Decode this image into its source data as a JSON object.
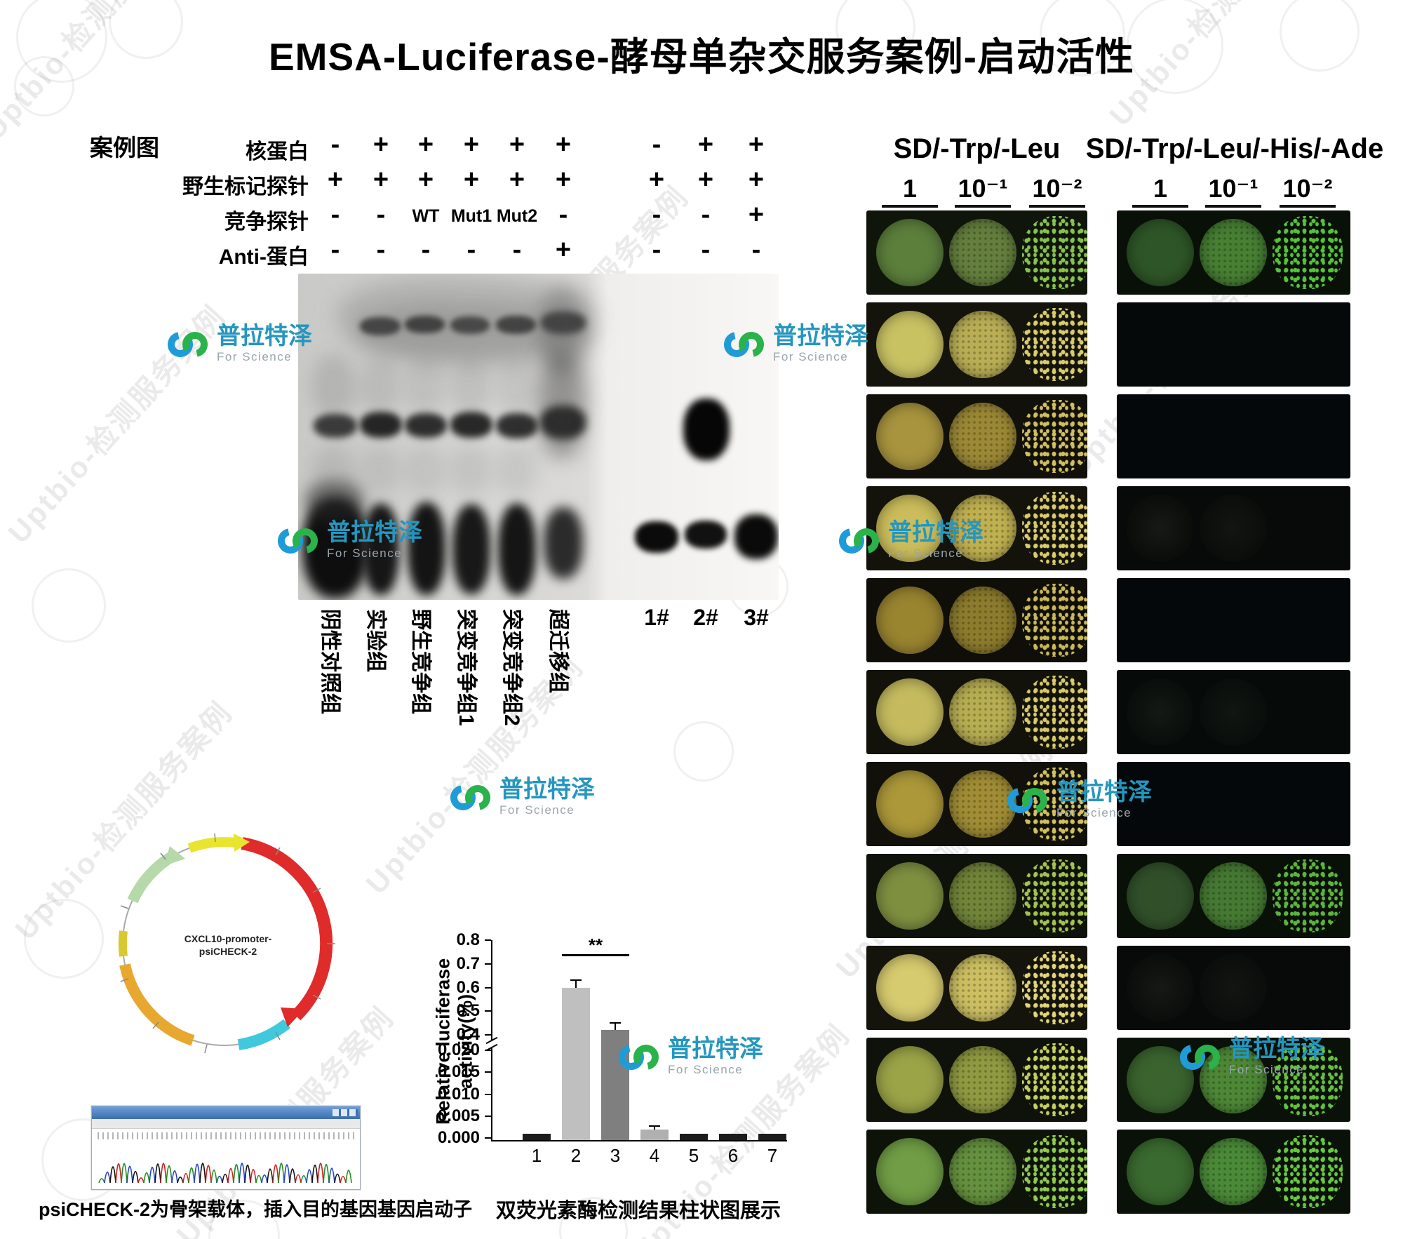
{
  "title": "EMSA-Luciferase-酵母单杂交服务案例-启动活性",
  "case_label": "案例图",
  "emsa": {
    "conditions": [
      {
        "label": "核蛋白",
        "values": [
          "-",
          "+",
          "+",
          "+",
          "+",
          "+",
          "-",
          "+",
          "+"
        ]
      },
      {
        "label": "野生标记探针",
        "values": [
          "+",
          "+",
          "+",
          "+",
          "+",
          "+",
          "+",
          "+",
          "+"
        ]
      },
      {
        "label": "竞争探针",
        "values": [
          "-",
          "-",
          "WT",
          "Mut1",
          "Mut2",
          "-",
          "-",
          "-",
          "+"
        ]
      },
      {
        "label": "Anti-蛋白",
        "values": [
          "-",
          "-",
          "-",
          "-",
          "-",
          "+",
          "-",
          "-",
          "-"
        ]
      }
    ],
    "lane_labels": [
      "阴性对照组",
      "实验组",
      "野生竞争组",
      "突变竞争组1",
      "突变竞争组2",
      "超迁移组"
    ],
    "sample_labels": [
      "1#",
      "2#",
      "3#"
    ]
  },
  "yeast": {
    "headers": [
      "SD/-Trp/-Leu",
      "SD/-Trp/-Leu/-His/-Ade"
    ],
    "dilutions": [
      "1",
      "10⁻¹",
      "10⁻²"
    ],
    "rows": [
      {
        "left_spots": [
          "#5c7f3c",
          "#647f3e",
          "#86c24e"
        ],
        "left_bg": "#10150c",
        "right_spots": [
          "#2e5527",
          "#477f33",
          "#55c23a"
        ],
        "right_bg": "#081008",
        "right_growth": "growth"
      },
      {
        "left_spots": [
          "#c9c263",
          "#b9ae55",
          "#d8cc6b"
        ],
        "left_bg": "#14140c",
        "right_spots": [],
        "right_bg": "#06090a",
        "right_growth": "none"
      },
      {
        "left_spots": [
          "#a8943e",
          "#9c8936",
          "#cfbf5f"
        ],
        "left_bg": "#12100a",
        "right_spots": [],
        "right_bg": "#05080a",
        "right_growth": "none"
      },
      {
        "left_spots": [
          "#cbbd5b",
          "#bfb051",
          "#d9cb69"
        ],
        "left_bg": "#13130b",
        "right_spots": [],
        "right_bg": "#070a08",
        "right_growth": "faint"
      },
      {
        "left_spots": [
          "#998430",
          "#8d7c2d",
          "#c9b956"
        ],
        "left_bg": "#100e09",
        "right_spots": [],
        "right_bg": "#05080a",
        "right_growth": "none"
      },
      {
        "left_spots": [
          "#c5bb5e",
          "#b7ad52",
          "#d6c967"
        ],
        "left_bg": "#12120b",
        "right_spots": [],
        "right_bg": "#060a09",
        "right_growth": "faint"
      },
      {
        "left_spots": [
          "#ac9839",
          "#a08d35",
          "#d0c15f"
        ],
        "left_bg": "#11100a",
        "right_spots": [],
        "right_bg": "#05080a",
        "right_growth": "none"
      },
      {
        "left_spots": [
          "#7e9040",
          "#728539",
          "#a3c24e"
        ],
        "left_bg": "#0e120a",
        "right_spots": [
          "#31502a",
          "#467a33",
          "#5cb43c"
        ],
        "right_bg": "#081007",
        "right_growth": "growth"
      },
      {
        "left_spots": [
          "#d7cb6f",
          "#ccbf62",
          "#e1d578"
        ],
        "left_bg": "#14140c",
        "right_spots": [],
        "right_bg": "#070a09",
        "right_growth": "faint"
      },
      {
        "left_spots": [
          "#9ba447",
          "#909a41",
          "#c4d05a"
        ],
        "left_bg": "#0f120a",
        "right_spots": [
          "#3a632e",
          "#4e8837",
          "#64c03e"
        ],
        "right_bg": "#091108",
        "right_growth": "growth"
      },
      {
        "left_spots": [
          "#709d45",
          "#66923f",
          "#8fc94f"
        ],
        "left_bg": "#0d1309",
        "right_spots": [
          "#3a6a2f",
          "#4b8b38",
          "#67c741"
        ],
        "right_bg": "#091108",
        "right_growth": "growth"
      }
    ]
  },
  "plasmid": {
    "center_label": "CXCL10-promoter-psiCHECK-2",
    "caption": "psiCHECK-2为骨架载体，插入目的基因基因启动子"
  },
  "chart_data": {
    "type": "bar",
    "categories": [
      "1",
      "2",
      "3",
      "4",
      "5",
      "6",
      "7"
    ],
    "values": [
      0.001,
      0.6,
      0.42,
      0.002,
      0.001,
      0.001,
      0.001
    ],
    "errors": [
      0,
      0.03,
      0.03,
      0.0008,
      0,
      0,
      0
    ],
    "bar_colors": [
      "#1c1c1c",
      "#bfbfbf",
      "#7f7f7f",
      "#b0b0b0",
      "#1c1c1c",
      "#1c1c1c",
      "#1c1c1c"
    ],
    "ylabel_line1": "Relative luciferase",
    "ylabel_line2": "activity(%)",
    "y_upper_ticks": [
      "0.8",
      "0.7",
      "0.6",
      "0.5",
      "0.4"
    ],
    "y_lower_ticks": [
      "0.020",
      "0.015",
      "0.010",
      "0.005",
      "0.000"
    ],
    "y_upper_range": [
      0.4,
      0.8
    ],
    "y_lower_range": [
      0.0,
      0.02
    ],
    "significance_label": "**",
    "significance_pair": [
      2,
      3
    ],
    "caption": "双荧光素酶检测结果柱状图展示"
  },
  "watermark": {
    "text": "Uptbio-检测服务案例"
  },
  "logo": {
    "name": "普拉特泽",
    "sub": "For Science"
  }
}
